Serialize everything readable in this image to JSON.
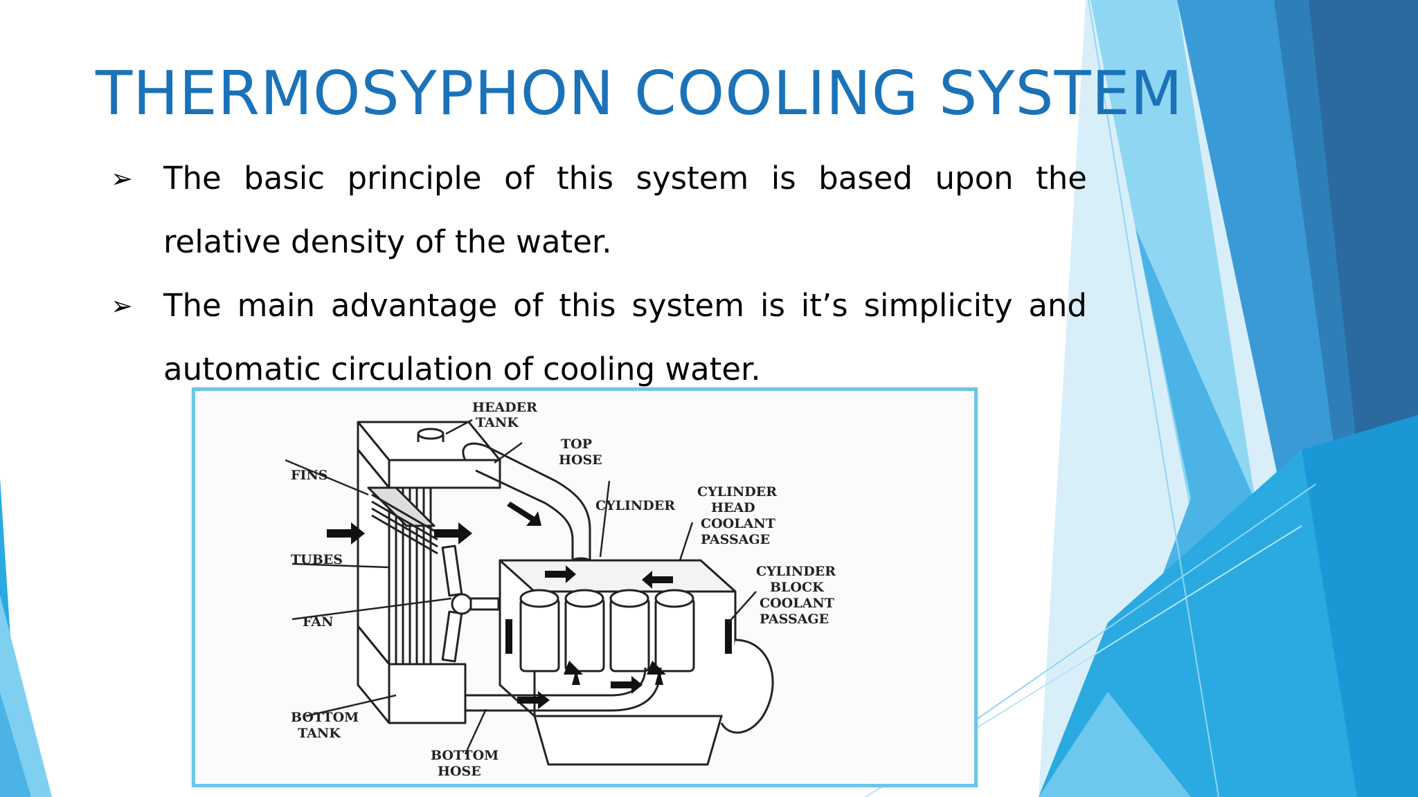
{
  "slide": {
    "title": "THERMOSYPHON COOLING SYSTEM",
    "bullets": [
      {
        "marker": "➢",
        "text": "The basic principle of this system is based upon the relative density of the  water."
      },
      {
        "marker": "➢",
        "text": "The main advantage of this system is it’s simplicity and automatic circulation of cooling water."
      }
    ]
  },
  "figure": {
    "labels": {
      "header_tank": [
        "HEADER",
        "TANK"
      ],
      "top_hose": [
        "TOP",
        "HOSE"
      ],
      "fins": "FINS",
      "cylinder": "CYLINDER",
      "cylinder_head": [
        "CYLINDER",
        "HEAD",
        "COOLANT",
        "PASSAGE"
      ],
      "tubes": "TUBES",
      "cylinder_block": [
        "CYLINDER",
        "BLOCK",
        "COOLANT",
        "PASSAGE"
      ],
      "fan": "FAN",
      "bottom_tank": [
        "BOTTOM",
        "TANK"
      ],
      "bottom_hose": [
        "BOTTOM",
        "HOSE"
      ]
    }
  },
  "colors": {
    "title": "#1a72b9",
    "accent_light": "#7fd0f0",
    "accent_mid": "#29abe2",
    "accent_dark": "#2a6496",
    "frame_border": "#6cc6e6"
  }
}
